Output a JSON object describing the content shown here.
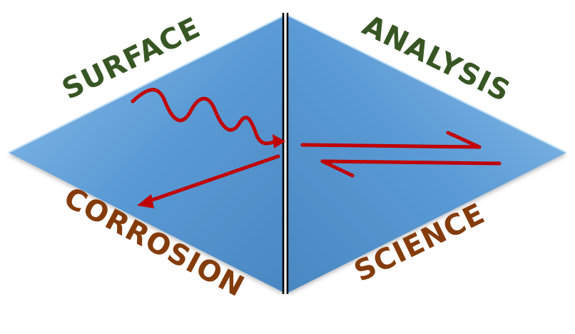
{
  "labels": {
    "surface": "SURFACE",
    "analysis": "ANALYSIS",
    "corrosion": "CORROSION",
    "science": "SCIENCE"
  },
  "colors": {
    "panel": "#5b9bd5",
    "panel_light": "#8fc0ea",
    "panel_dark": "#4a87c2",
    "arrow": "#c00000",
    "divider": "#000000",
    "surface_analysis_text": "#375623",
    "corrosion_science_text": "#843c0c"
  },
  "icons": {
    "wavy_arrow": "incident-radiation-wavy-arrow-icon",
    "emitted_arrow": "emitted-particle-arrow-icon",
    "equilibrium_arrows": "equilibrium-half-arrows-icon"
  }
}
